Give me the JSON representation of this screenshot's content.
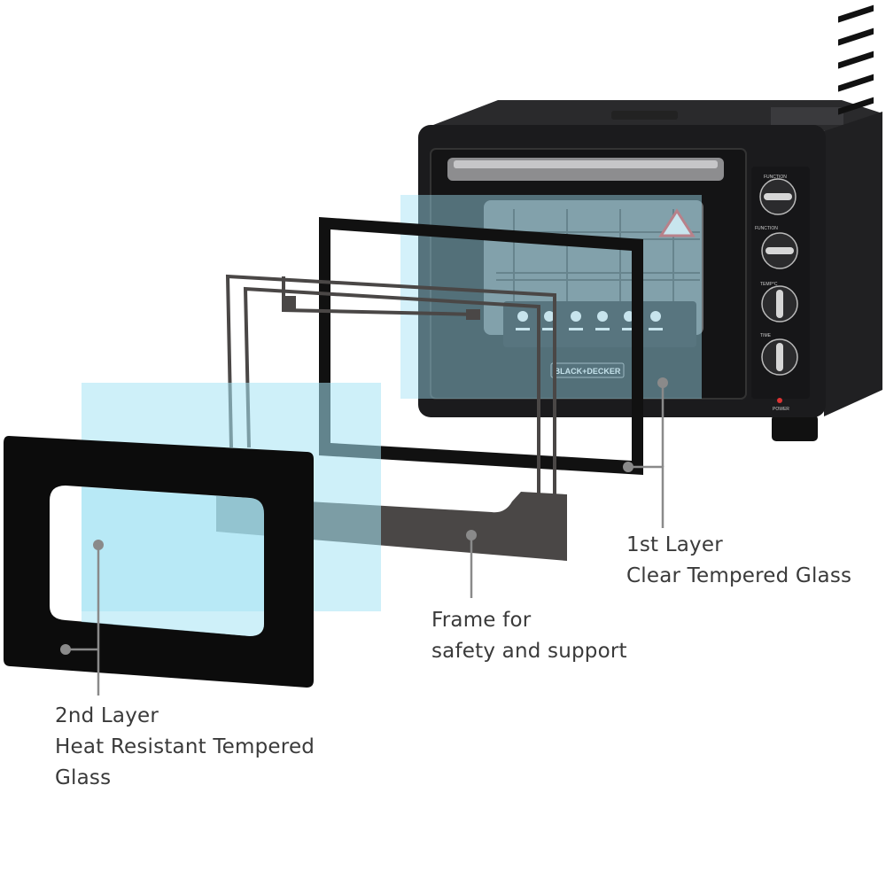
{
  "labels": {
    "layer1": [
      "1st Layer",
      "Clear Tempered Glass"
    ],
    "frame": [
      "Frame for",
      "safety and support"
    ],
    "layer2": [
      "2nd Layer",
      "Heat Resistant Tempered",
      "Glass"
    ]
  },
  "oven": {
    "brand": "BLACK+DECKER",
    "knob_captions": [
      "FUNCTION",
      "FUNCTION",
      "TEMP°C",
      "TIME"
    ],
    "power_label": "POWER"
  },
  "colors": {
    "oven_body": "#1b1b1d",
    "glass_tint": "#9fe0f4",
    "frame_gray": "#4a4746",
    "callout_line": "#8a8a8a",
    "text": "#3a3a3a"
  }
}
